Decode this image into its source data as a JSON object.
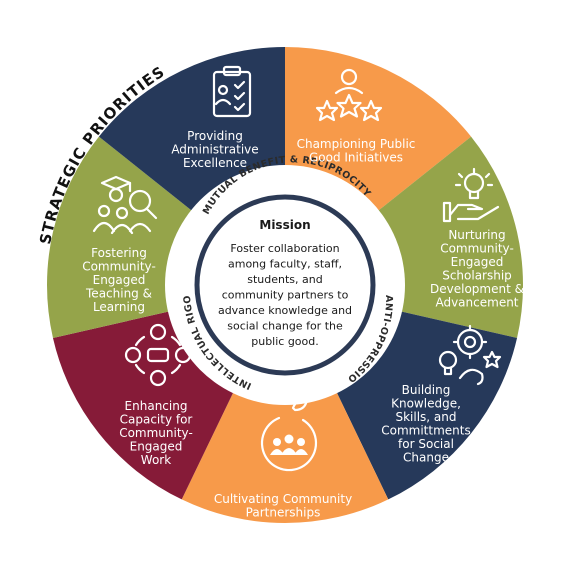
{
  "outer_title": "STRATEGIC PRIORITIES",
  "colors": {
    "orange": "#F79A4A",
    "green": "#95A44A",
    "navy": "#26395A",
    "maroon": "#861B38",
    "ring": "#ffffff",
    "center_border": "#2C3A55"
  },
  "segments": [
    {
      "id": "administrative",
      "color_key": "orange",
      "icon": "clipboard-user-icon",
      "lines": [
        "Providing",
        "Administrative",
        "Excellence"
      ]
    },
    {
      "id": "public-good",
      "color_key": "green",
      "icon": "person-stars-icon",
      "lines": [
        "Championing Public",
        "Good Initiatives"
      ]
    },
    {
      "id": "scholarship",
      "color_key": "navy",
      "icon": "hand-lightbulb-icon",
      "lines": [
        "Nurturing",
        "Community-",
        "Engaged",
        "Scholarship",
        "Development &",
        "Advancement"
      ]
    },
    {
      "id": "knowledge",
      "color_key": "orange",
      "icon": "head-gear-bulb-icon",
      "lines": [
        "Building",
        "Knowledge,",
        "Skills, and",
        "Committments",
        "for Social",
        "Change"
      ]
    },
    {
      "id": "partnerships",
      "color_key": "maroon",
      "icon": "community-circle-icon",
      "lines": [
        "Cultivating Community",
        "Partnerships"
      ]
    },
    {
      "id": "capacity",
      "color_key": "green",
      "icon": "people-network-icon",
      "lines": [
        "Enhancing",
        "Capacity for",
        "Community-",
        "Engaged",
        "Work"
      ]
    },
    {
      "id": "teaching",
      "color_key": "navy",
      "icon": "graduation-group-icon",
      "lines": [
        "Fostering",
        "Community-",
        "Engaged",
        "Teaching &",
        "Learning"
      ]
    }
  ],
  "ring_labels": {
    "top": "MUTUAL BENEFIT & RECIPROCITY",
    "right": "ANTI-OPPRESSION",
    "left": "INTELLECTUAL RIGOR"
  },
  "mission": {
    "title": "Mission",
    "lines": [
      "Foster collaboration",
      "among faculty, staff,",
      "students, and",
      "community partners to",
      "advance knowledge and",
      "social change for the",
      "public good."
    ]
  }
}
